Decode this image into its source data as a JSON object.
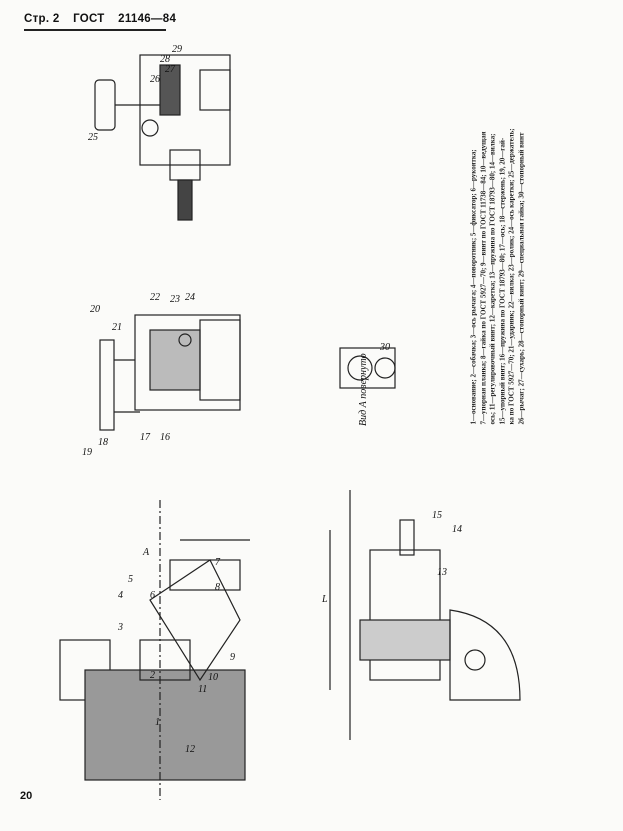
{
  "header": {
    "page": "Стр. 2",
    "standard": "ГОСТ",
    "number": "21146—84"
  },
  "page_number": "20",
  "legend": [
    "1—основание; 2—собачка; 3—ось рычага; 4—поворотник; 5—фиксатор; 6—рукоятка;",
    "7—упорная планка; 8—гайка по ГОСТ 5927—70; 9—винт по ГОСТ 11738—84; 10—ведущая",
    "ось; 11—регулировочный винт; 12—каретка; 13—пружина по ГОСТ 18793—80; 14—вилка;",
    "15—упорный винт; 16—пружина по ГОСТ 18793—80; 17—ось; 18—стержень; 19, 20—гай-",
    "ка по ГОСТ 5927—70; 21—ударник; 22—вилка; 23—ролик; 24—ось каретки; 25—держатель;",
    "26—рычаг; 27—сухарь; 28—стопорный винт; 29—специальная гайка; 30—стопорный винт"
  ],
  "view_label": "Вид А повернуто",
  "drawings": {
    "top": [
      "25",
      "26",
      "27",
      "28",
      "29"
    ],
    "middle": [
      "18",
      "19",
      "20",
      "21",
      "22",
      "23",
      "24",
      "16",
      "17",
      "30"
    ],
    "bottom_left": [
      "1",
      "2",
      "3",
      "4",
      "5",
      "6",
      "7",
      "8",
      "9",
      "10",
      "11",
      "12",
      "А"
    ],
    "bottom_right": [
      "13",
      "14",
      "15",
      "L"
    ]
  }
}
